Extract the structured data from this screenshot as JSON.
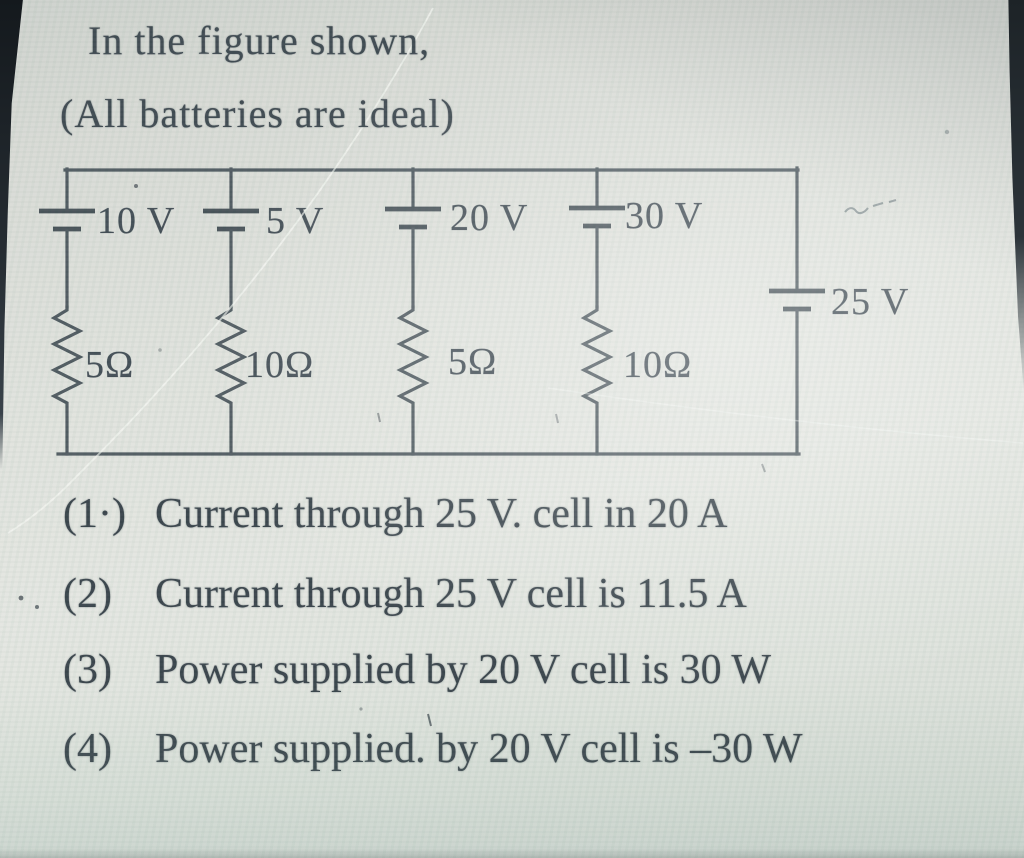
{
  "question": {
    "intro": "In the figure shown,",
    "note": "(All batteries are ideal)"
  },
  "circuit": {
    "branches": [
      {
        "battery_label": "10 V",
        "resistor_label": "5Ω"
      },
      {
        "battery_label": "5 V",
        "resistor_label": "10Ω"
      },
      {
        "battery_label": "20 V",
        "resistor_label": "5Ω"
      },
      {
        "battery_label": "30 V",
        "resistor_label": "10Ω"
      }
    ],
    "side_battery_label": "25 V"
  },
  "options": [
    {
      "number": "(1·)",
      "text": "Current through 25 V. cell in 20 A"
    },
    {
      "number": "(2)",
      "text": "Current through 25 V cell is 11.5 A"
    },
    {
      "number": "(3)",
      "text": "Power supplied by 20 V cell is 30 W"
    },
    {
      "number": "(4)",
      "text": "Power supplied. by 20 V cell is –30 W"
    }
  ],
  "colors": {
    "paper": "#dfe1dc",
    "ink": "#343e46",
    "wire": "#4a545b",
    "photo_edge": "#20262a"
  }
}
